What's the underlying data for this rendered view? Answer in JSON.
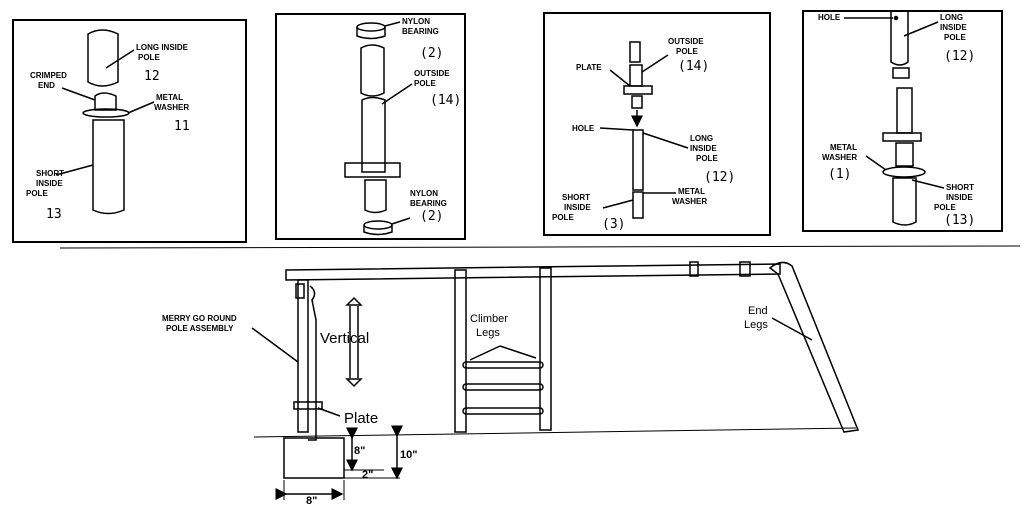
{
  "panel1": {
    "long_inside_pole": [
      "LONG INSIDE",
      "POLE"
    ],
    "long_inside_pole_num": "12",
    "crimped_end": [
      "CRIMPED",
      "END"
    ],
    "metal_washer": [
      "METAL",
      "WASHER"
    ],
    "metal_washer_num": "11",
    "short_inside_pole": [
      "SHORT",
      "INSIDE",
      "POLE"
    ],
    "short_inside_pole_num": "13"
  },
  "panel2": {
    "nylon_bearing_top": [
      "NYLON",
      "BEARING"
    ],
    "nylon_bearing_top_num": "(2)",
    "outside_pole": [
      "OUTSIDE",
      "POLE"
    ],
    "outside_pole_num": "(14)",
    "nylon_bearing_bottom": [
      "NYLON",
      "BEARING"
    ],
    "nylon_bearing_bottom_num": "(2)"
  },
  "panel3": {
    "outside_pole": [
      "OUTSIDE",
      "POLE"
    ],
    "outside_pole_num": "(14)",
    "plate": "PLATE",
    "hole": "HOLE",
    "long_inside_pole": [
      "LONG",
      "INSIDE",
      "POLE"
    ],
    "long_inside_pole_num": "(12)",
    "short_inside_pole": [
      "SHORT",
      "INSIDE",
      "POLE"
    ],
    "short_inside_pole_num": "(3)",
    "metal_washer": [
      "METAL",
      "WASHER"
    ]
  },
  "panel4": {
    "hole": "HOLE",
    "long_inside_pole": [
      "LONG",
      "INSIDE",
      "POLE"
    ],
    "long_inside_pole_num": "(12)",
    "metal_washer": [
      "METAL",
      "WASHER"
    ],
    "metal_washer_num": "(1)",
    "short_inside_pole": [
      "SHORT",
      "INSIDE",
      "POLE"
    ],
    "short_inside_pole_num": "(13)"
  },
  "bottom": {
    "merry_go_round": [
      "MERRY GO ROUND",
      "POLE ASSEMBLY"
    ],
    "vertical": "Vertical",
    "plate": "Plate",
    "climber_legs": [
      "Climber",
      "Legs"
    ],
    "end_legs": [
      "End",
      "Legs"
    ],
    "dim_8_vertical": "8\"",
    "dim_10": "10\"",
    "dim_2": "2\"",
    "dim_8_horizontal": "8\""
  }
}
